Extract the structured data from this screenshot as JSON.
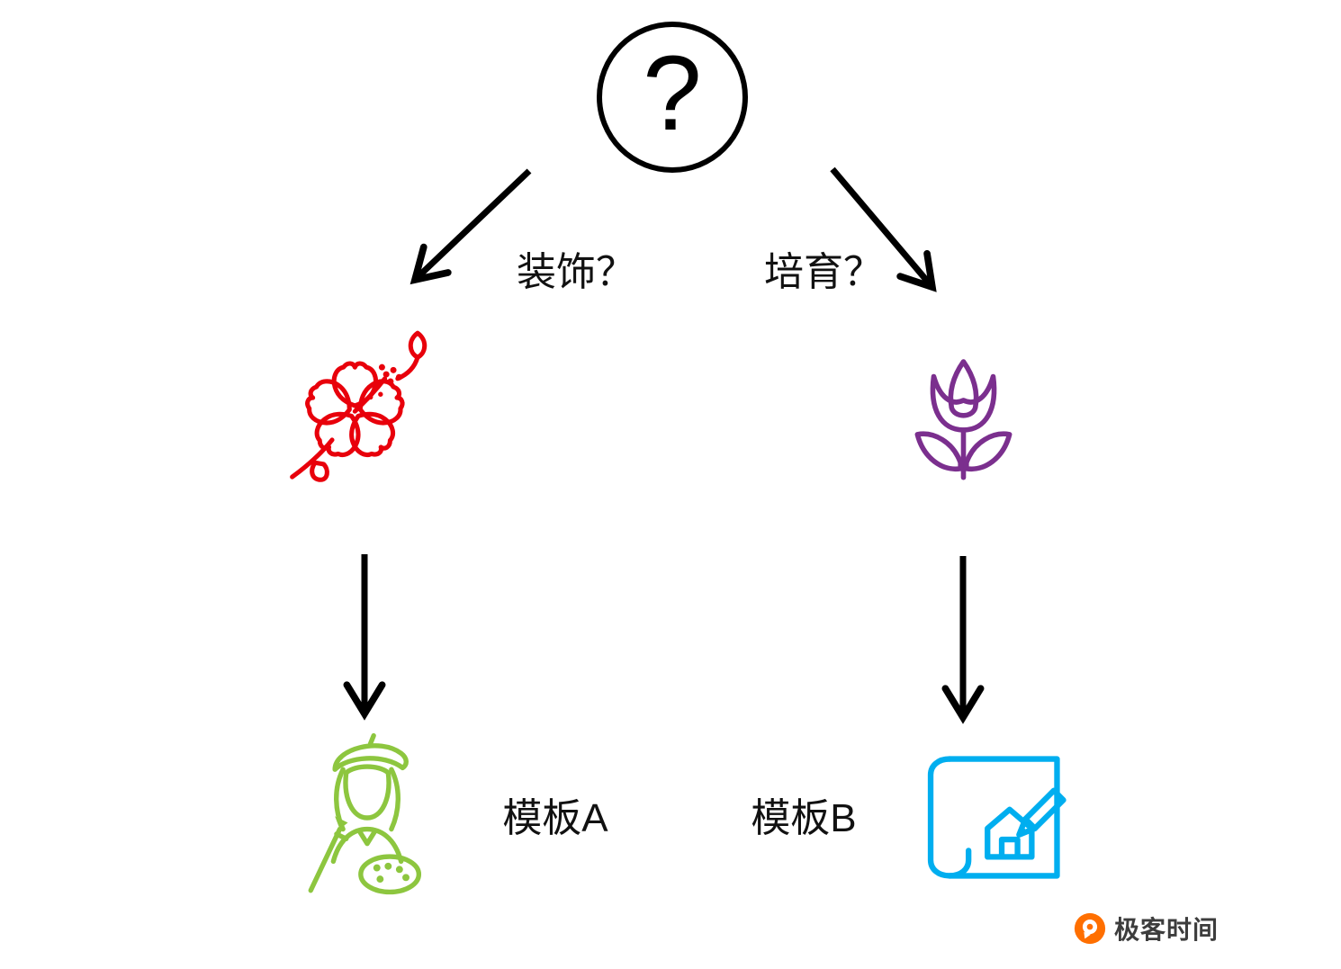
{
  "nodes": {
    "question_symbol": "?",
    "decorate_label": "装饰？",
    "cultivate_label": "培育？",
    "template_a_label": "模板A",
    "template_b_label": "模板B"
  },
  "icons": {
    "root": "question-mark-circle-icon",
    "left_branch": "hibiscus-flower-icon",
    "right_branch": "tulip-flower-icon",
    "template_a": "painter-icon",
    "template_b": "blueprint-house-pencil-icon",
    "brand": "geektime-logo-icon"
  },
  "colors": {
    "hibiscus_red": "#e8000b",
    "tulip_purple": "#7b2f8e",
    "painter_green": "#8dc63f",
    "blueprint_blue": "#00aeef",
    "arrow_black": "#000000",
    "brand_orange": "#ff6f00",
    "brand_text_gray": "#3d3d3d"
  },
  "footer": {
    "brand": "极客时间"
  }
}
